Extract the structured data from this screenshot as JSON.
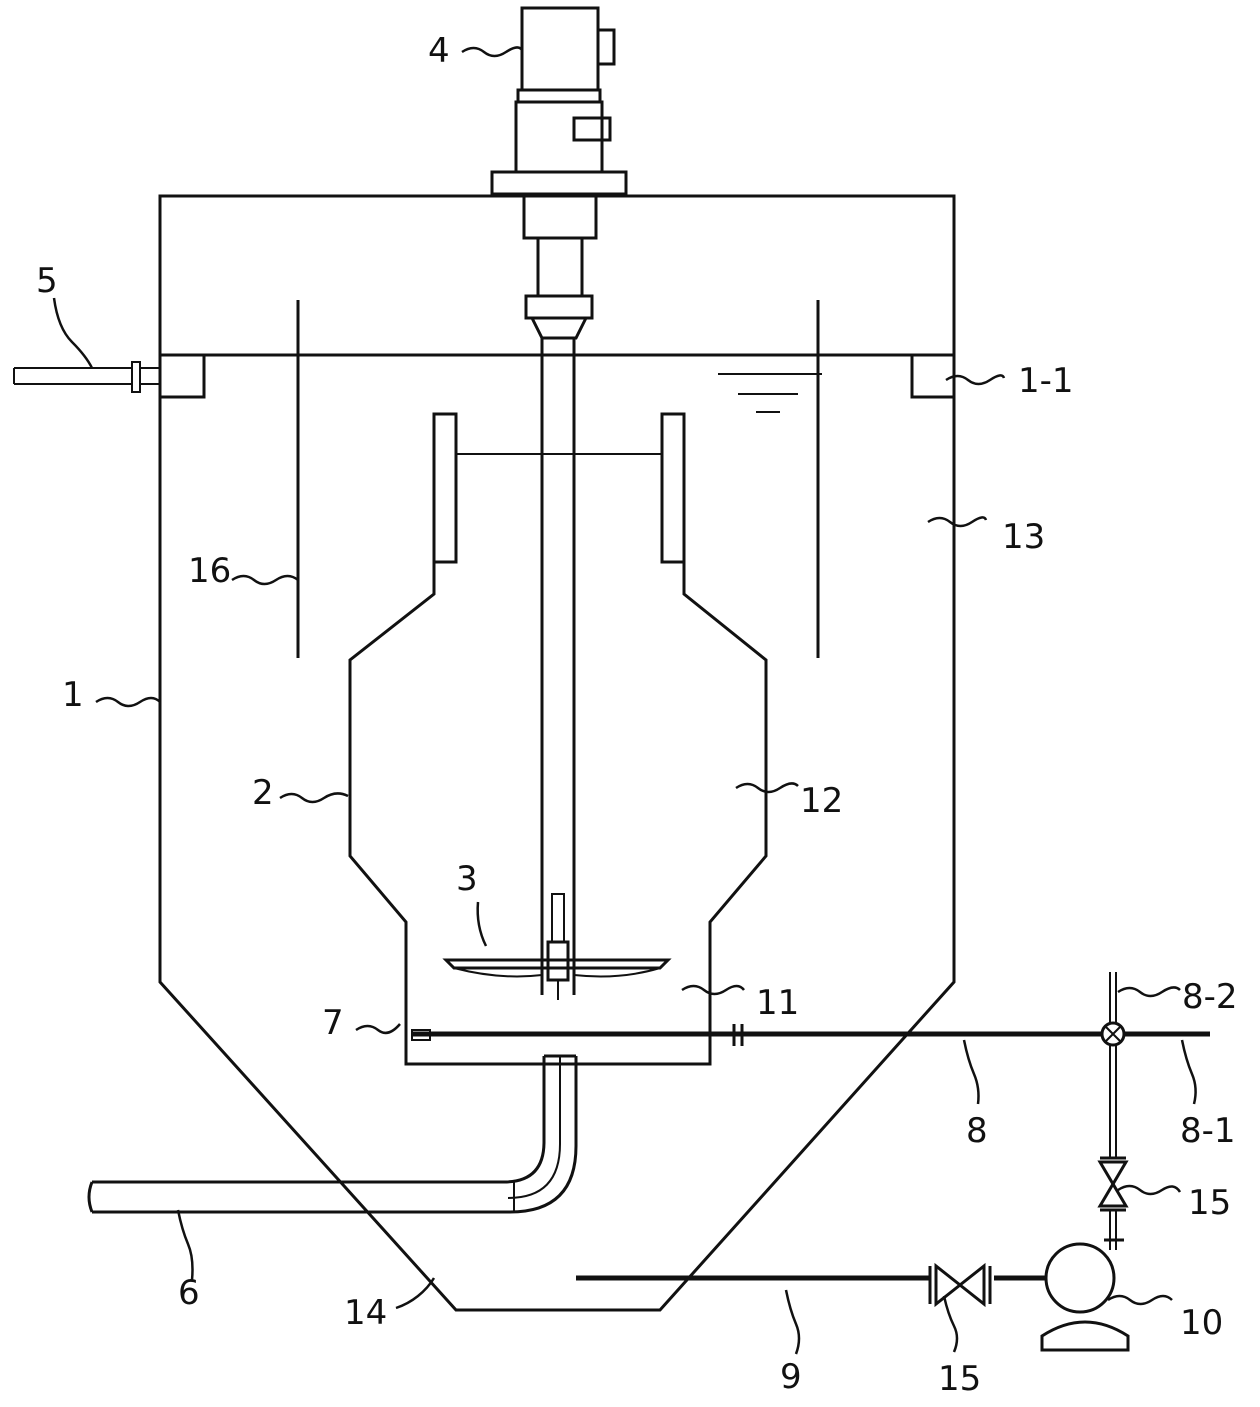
{
  "labels": {
    "l1": "1",
    "l1_1": "1-1",
    "l2": "2",
    "l3": "3",
    "l4": "4",
    "l5": "5",
    "l6": "6",
    "l7": "7",
    "l8": "8",
    "l8_1": "8-1",
    "l8_2": "8-2",
    "l9": "9",
    "l10": "10",
    "l11": "11",
    "l12": "12",
    "l13": "13",
    "l14": "14",
    "l15a": "15",
    "l15b": "15",
    "l16": "16"
  }
}
